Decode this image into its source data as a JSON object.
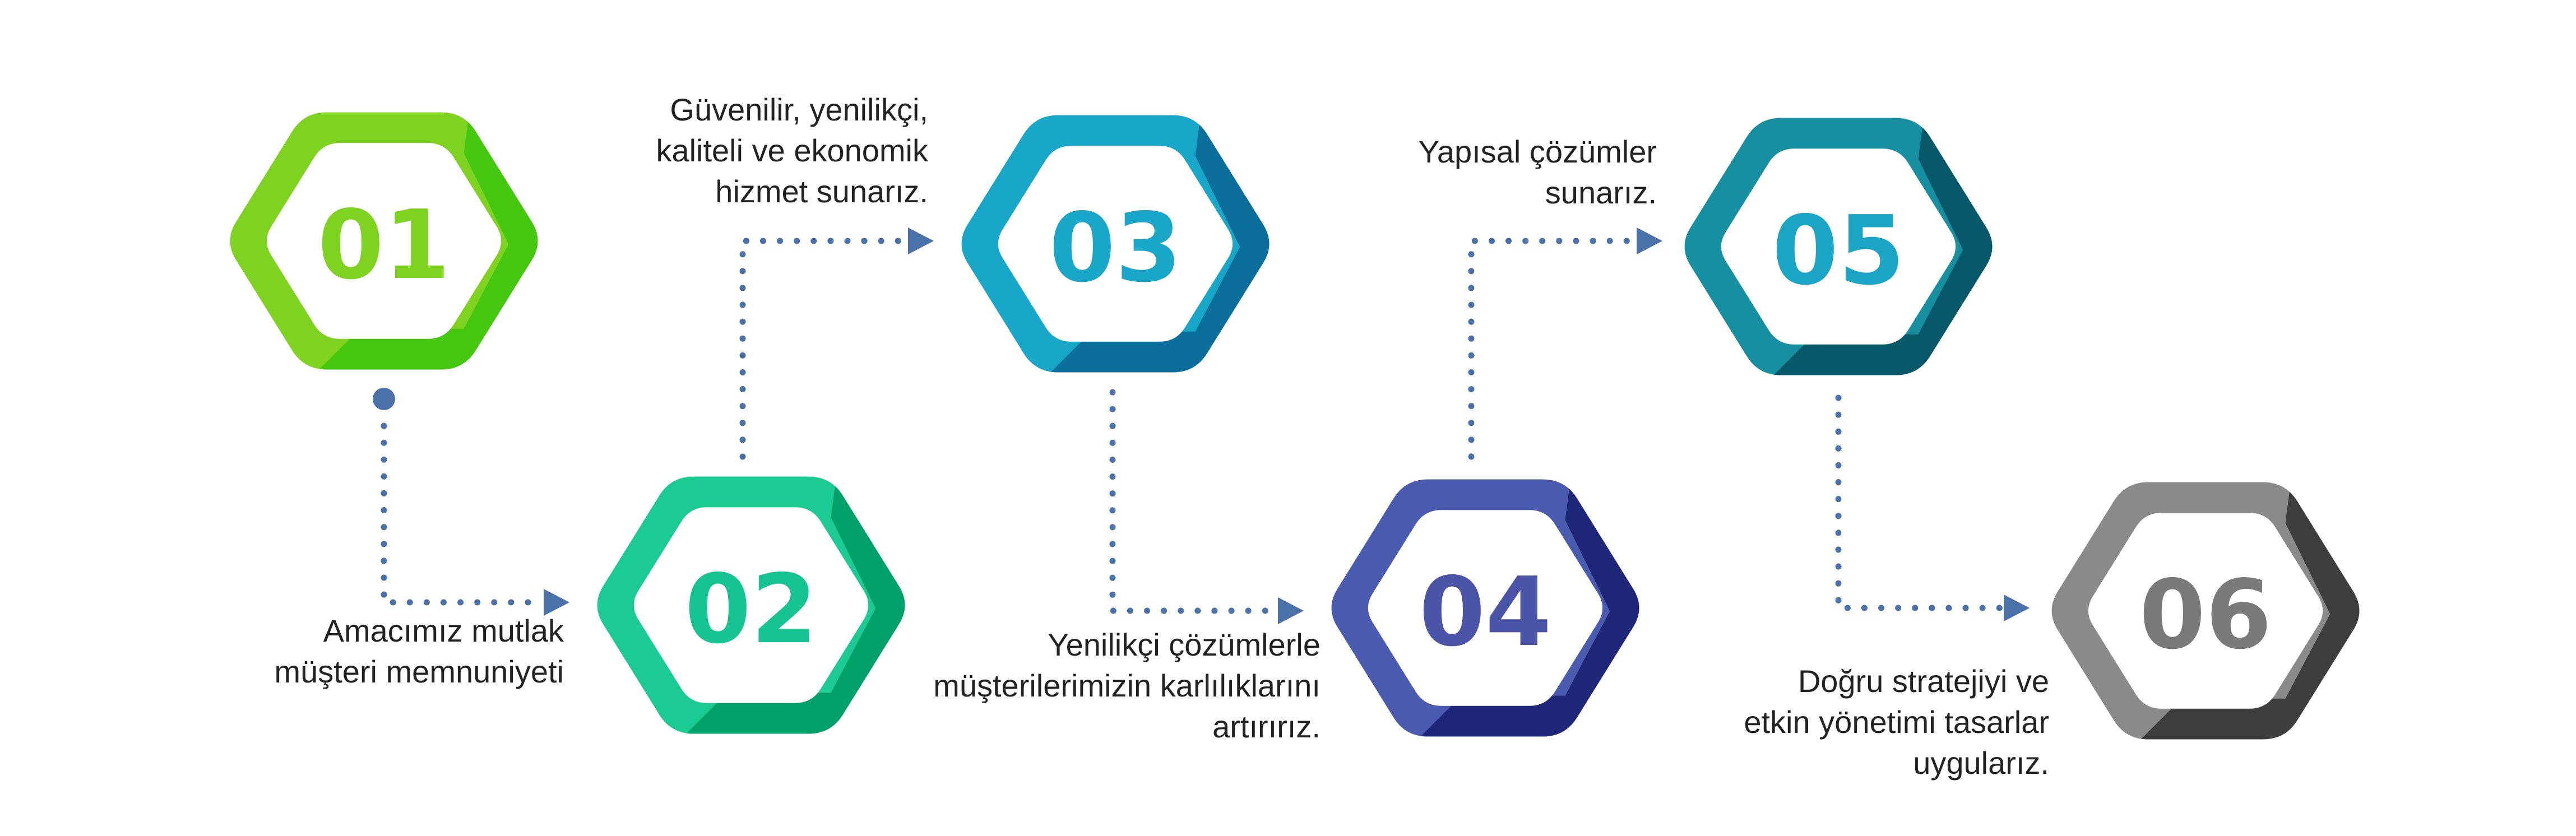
{
  "steps": [
    {
      "number": "01",
      "color_main": "#7ED321",
      "color_dark": "#46C70F",
      "number_color": "#7ED321",
      "caption": [
        "Amacımız mutlak",
        "müşteri memnuniyeti"
      ]
    },
    {
      "number": "02",
      "color_main": "#1CCB94",
      "color_dark": "#00A06A",
      "number_color": "#16C491",
      "caption": [
        "Güvenilir, yenilikçi,",
        "kaliteli ve ekonomik",
        "hizmet sunarız."
      ]
    },
    {
      "number": "03",
      "color_main": "#19A7C9",
      "color_dark": "#0C6F9B",
      "number_color": "#19A7C9",
      "caption": [
        "Yenilikçi çözümlerle",
        "müşterilerimizin karlılıklarını",
        "artırırız."
      ]
    },
    {
      "number": "04",
      "color_main": "#4A5BB0",
      "color_dark": "#1E2778",
      "number_color": "#4A55A8",
      "caption": [
        "Yapısal çözümler",
        "sunarız."
      ]
    },
    {
      "number": "05",
      "color_main": "#168FA0",
      "color_dark": "#075869",
      "number_color": "#1AA5C5",
      "caption": [
        "Doğru stratejiyi ve",
        "etkin yönetimi tasarlar",
        "uygularız."
      ]
    },
    {
      "number": "06",
      "color_main": "#8A8A8A",
      "color_dark": "#3E3E3E",
      "number_color": "#7A7A7A",
      "caption": []
    }
  ],
  "connector_color": "#4A72A8"
}
